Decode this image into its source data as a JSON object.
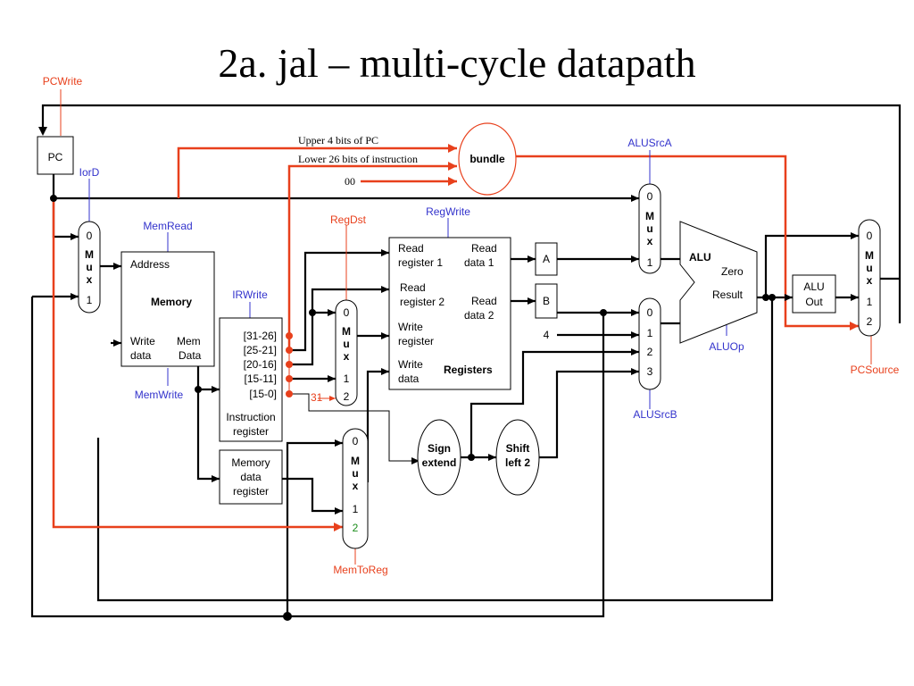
{
  "title": "2a. jal – multi-cycle datapath",
  "colors": {
    "control_blue": "#3333cc",
    "control_red": "#e8401c",
    "mux_input_green": "#1a8c1a"
  },
  "signals": {
    "pcwrite": "PCWrite",
    "iord": "IorD",
    "memread": "MemRead",
    "memwrite": "MemWrite",
    "irwrite": "IRWrite",
    "regdst": "RegDst",
    "regwrite": "RegWrite",
    "alusrca": "ALUSrcA",
    "alusrcb": "ALUSrcB",
    "aluop": "ALUOp",
    "pcsource": "PCSource",
    "memtoreg": "MemToReg"
  },
  "blocks": {
    "pc": "PC",
    "memory": {
      "address": "Address",
      "name": "Memory",
      "write": "Write",
      "data": "data",
      "mem": "Mem",
      "mem_data": "Data"
    },
    "ir": {
      "fields": [
        "[31-26]",
        "[25-21]",
        "[20-16]",
        "[15-11]",
        "[15-0]"
      ],
      "name1": "Instruction",
      "name2": "register"
    },
    "mdr": {
      "l1": "Memory",
      "l2": "data",
      "l3": "register"
    },
    "registers": {
      "read_register": "Read",
      "register_1": "register 1",
      "register_2": "register 2",
      "read_data": "Read",
      "data_1": "data 1",
      "data_2": "data 2",
      "write": "Write",
      "register": "register",
      "write_data": "Write",
      "data": "data",
      "name": "Registers"
    },
    "a": "A",
    "b": "B",
    "alu": {
      "name": "ALU",
      "zero": "Zero",
      "result": "Result"
    },
    "aluout": {
      "l1": "ALU",
      "l2": "Out"
    },
    "sign_extend": {
      "l1": "Sign",
      "l2": "extend"
    },
    "shift_left": {
      "l1": "Shift",
      "l2": "left 2"
    },
    "bundle": "bundle"
  },
  "mux": {
    "m": "M",
    "u": "u",
    "x": "x"
  },
  "mux_inputs": {
    "iord": [
      "0",
      "1"
    ],
    "regdst": [
      "0",
      "1",
      "2"
    ],
    "memtoreg": [
      "0",
      "1",
      "2"
    ],
    "alusrca": [
      "0",
      "1"
    ],
    "alusrcb": [
      "0",
      "1",
      "2",
      "3"
    ],
    "pcsource": [
      "0",
      "1",
      "2"
    ]
  },
  "annotations": {
    "upper_pc": "Upper 4 bits of PC",
    "lower_instr": "Lower 26 bits of instruction",
    "zeros": "00",
    "const4": "4",
    "const31": "31"
  }
}
